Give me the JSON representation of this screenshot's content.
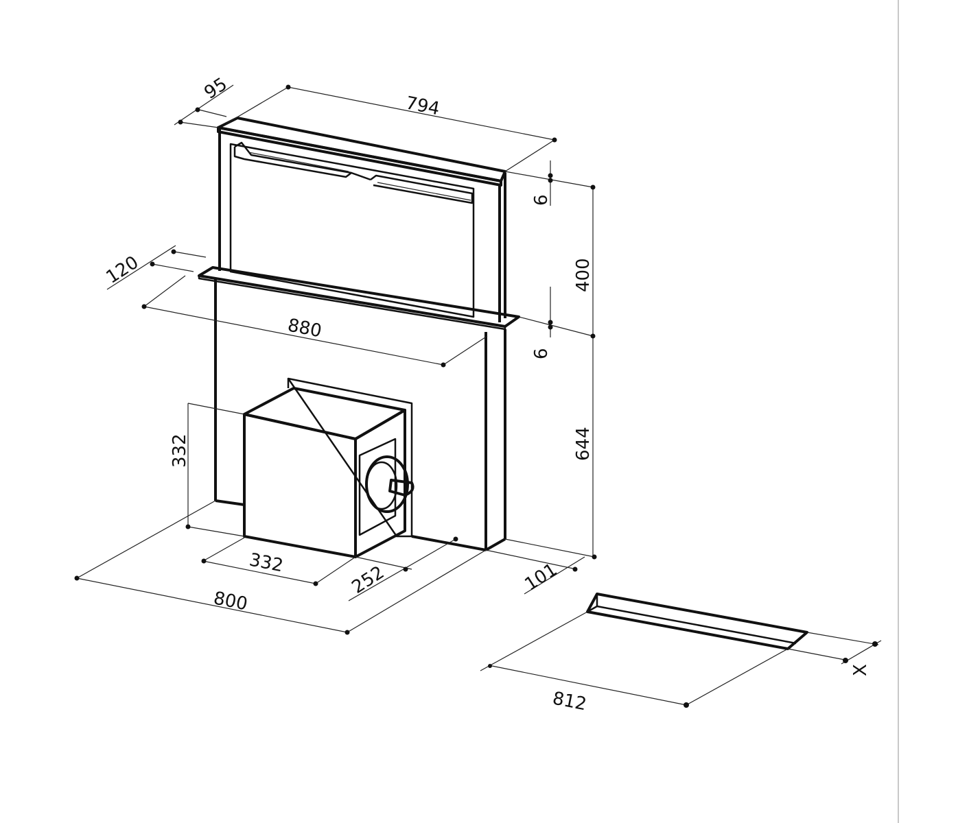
{
  "drawing": {
    "subject": "downdraft extractor hood dimensional drawing",
    "units": "mm",
    "dimensions": {
      "top_depth": "95",
      "top_width": "794",
      "top_gap": "6",
      "hood_height": "400",
      "bottom_gap": "6",
      "body_height": "644",
      "frame_depth": "120",
      "frame_width": "880",
      "motor_height": "332",
      "motor_width": "332",
      "motor_offset": "252",
      "body_width": "800",
      "body_depth": "101",
      "cutout_width": "812",
      "cutout_depth": "X"
    }
  }
}
